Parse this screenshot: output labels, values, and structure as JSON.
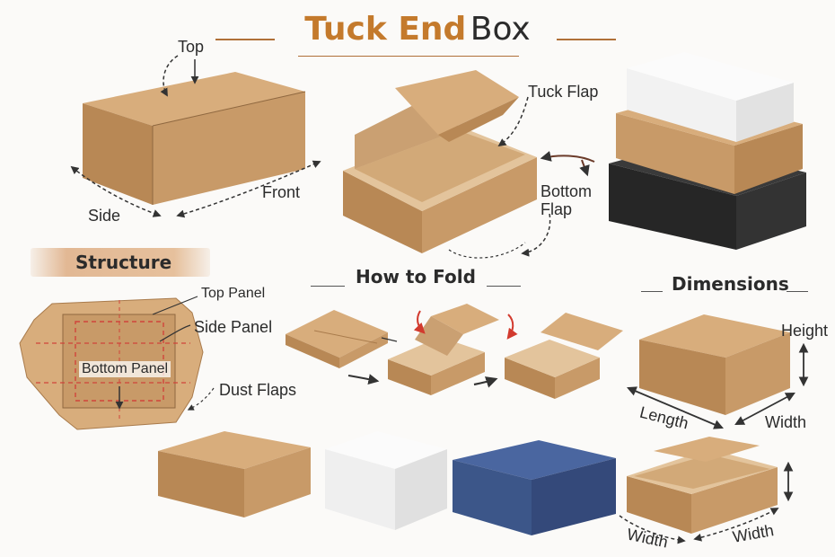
{
  "title": {
    "accent": "Tuck End",
    "rest": "Box"
  },
  "labels": {
    "top": "Top",
    "front": "Front",
    "side": "Side",
    "tuck_flap": "Tuck Flap",
    "bottom_flap_line1": "Bottom",
    "bottom_flap_line2": "Flap"
  },
  "structure": {
    "heading": "Structure",
    "top_panel": "Top Panel",
    "side_panel": "Side Panel",
    "bottom_panel": "Bottom Panel",
    "dust_flaps": "Dust Flaps"
  },
  "how_to_fold": {
    "heading": "How to Fold"
  },
  "dimensions": {
    "heading": "Dimensions",
    "height": "Height",
    "length": "Length",
    "width": "Width",
    "width_bottom_left": "Width",
    "width_bottom_right": "Width"
  },
  "colors": {
    "kraft": "#c89a68",
    "kraft_light": "#d8ad7c",
    "kraft_dark": "#a97b4c",
    "white_box": "#f3f3f3",
    "black_box": "#2a2a2a",
    "blue_box": "#3c5689",
    "accent": "#c47a2c",
    "dashed_red": "#d0443a"
  }
}
